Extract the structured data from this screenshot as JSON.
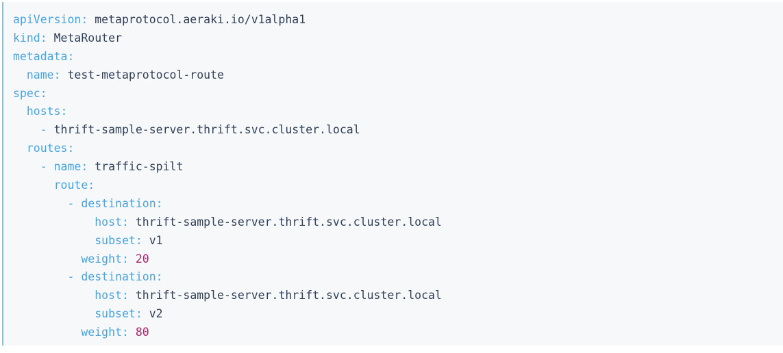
{
  "editor": {
    "language": "yaml",
    "accent_bar_color": "#7fc0ef",
    "background_color": "#f7f8fa",
    "key_color": "#4ba3dd",
    "value_color": "#2f3f55",
    "number_color": "#b0216a"
  },
  "document": {
    "apiVersion": "metaprotocol.aeraki.io/v1alpha1",
    "kind": "MetaRouter",
    "metadata_name": "test-metaprotocol-route",
    "spec_hosts": [
      "thrift-sample-server.thrift.svc.cluster.local"
    ],
    "route_name": "traffic-spilt",
    "destinations": [
      {
        "host": "thrift-sample-server.thrift.svc.cluster.local",
        "subset": "v1",
        "weight": "20"
      },
      {
        "host": "thrift-sample-server.thrift.svc.cluster.local",
        "subset": "v2",
        "weight": "80"
      }
    ]
  },
  "lines": [
    {
      "id": "line-apiversion",
      "indent": "",
      "key": "apiVersion",
      "colon": ":",
      "space": " ",
      "value": "metaprotocol.aeraki.io/v1alpha1",
      "kind": "value"
    },
    {
      "id": "line-kind",
      "indent": "",
      "key": "kind",
      "colon": ":",
      "space": " ",
      "value": "MetaRouter",
      "kind": "value"
    },
    {
      "id": "line-metadata",
      "indent": "",
      "key": "metadata",
      "colon": ":",
      "space": "",
      "value": "",
      "kind": "value"
    },
    {
      "id": "line-metadata-name",
      "indent": "  ",
      "key": "name",
      "colon": ":",
      "space": " ",
      "value": "test-metaprotocol-route",
      "kind": "value"
    },
    {
      "id": "line-spec",
      "indent": "",
      "key": "spec",
      "colon": ":",
      "space": "",
      "value": "",
      "kind": "value"
    },
    {
      "id": "line-hosts",
      "indent": "  ",
      "key": "hosts",
      "colon": ":",
      "space": "",
      "value": "",
      "kind": "value"
    },
    {
      "id": "line-host-item",
      "indent": "    ",
      "dash": "- ",
      "key": "",
      "colon": "",
      "space": "",
      "value": "thrift-sample-server.thrift.svc.cluster.local",
      "kind": "value"
    },
    {
      "id": "line-routes",
      "indent": "  ",
      "key": "routes",
      "colon": ":",
      "space": "",
      "value": "",
      "kind": "value"
    },
    {
      "id": "line-route-name",
      "indent": "    ",
      "dash": "- ",
      "key": "name",
      "colon": ":",
      "space": " ",
      "value": "traffic-spilt",
      "kind": "value"
    },
    {
      "id": "line-route",
      "indent": "      ",
      "key": "route",
      "colon": ":",
      "space": "",
      "value": "",
      "kind": "value"
    },
    {
      "id": "line-destination-1",
      "indent": "        ",
      "dash": "- ",
      "key": "destination",
      "colon": ":",
      "space": "",
      "value": "",
      "kind": "value"
    },
    {
      "id": "line-host-1",
      "indent": "            ",
      "key": "host",
      "colon": ":",
      "space": " ",
      "value": "thrift-sample-server.thrift.svc.cluster.local",
      "kind": "value"
    },
    {
      "id": "line-subset-1",
      "indent": "            ",
      "key": "subset",
      "colon": ":",
      "space": " ",
      "value": "v1",
      "kind": "value"
    },
    {
      "id": "line-weight-1",
      "indent": "          ",
      "key": "weight",
      "colon": ":",
      "space": " ",
      "value": "20",
      "kind": "number"
    },
    {
      "id": "line-destination-2",
      "indent": "        ",
      "dash": "- ",
      "key": "destination",
      "colon": ":",
      "space": "",
      "value": "",
      "kind": "value"
    },
    {
      "id": "line-host-2",
      "indent": "            ",
      "key": "host",
      "colon": ":",
      "space": " ",
      "value": "thrift-sample-server.thrift.svc.cluster.local",
      "kind": "value"
    },
    {
      "id": "line-subset-2",
      "indent": "            ",
      "key": "subset",
      "colon": ":",
      "space": " ",
      "value": "v2",
      "kind": "value"
    },
    {
      "id": "line-weight-2",
      "indent": "          ",
      "key": "weight",
      "colon": ":",
      "space": " ",
      "value": "80",
      "kind": "number"
    }
  ]
}
